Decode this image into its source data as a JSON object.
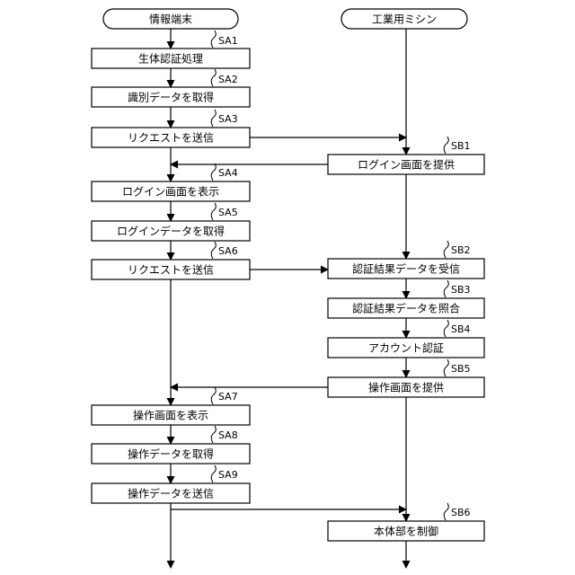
{
  "terminals": {
    "left": "情報端末",
    "right": "工業用ミシン"
  },
  "left_steps": [
    {
      "id": "SA1",
      "text": "生体認証処理"
    },
    {
      "id": "SA2",
      "text": "識別データを取得"
    },
    {
      "id": "SA3",
      "text": "リクエストを送信"
    },
    {
      "id": "SA4",
      "text": "ログイン画面を表示"
    },
    {
      "id": "SA5",
      "text": "ログインデータを取得"
    },
    {
      "id": "SA6",
      "text": "リクエストを送信"
    },
    {
      "id": "SA7",
      "text": "操作画面を表示"
    },
    {
      "id": "SA8",
      "text": "操作データを取得"
    },
    {
      "id": "SA9",
      "text": "操作データを送信"
    }
  ],
  "right_steps": [
    {
      "id": "SB1",
      "text": "ログイン画面を提供"
    },
    {
      "id": "SB2",
      "text": "認証結果データを受信"
    },
    {
      "id": "SB3",
      "text": "認証結果データを照合"
    },
    {
      "id": "SB4",
      "text": "アカウント認証"
    },
    {
      "id": "SB5",
      "text": "操作画面を提供"
    },
    {
      "id": "SB6",
      "text": "本体部を制御"
    }
  ]
}
